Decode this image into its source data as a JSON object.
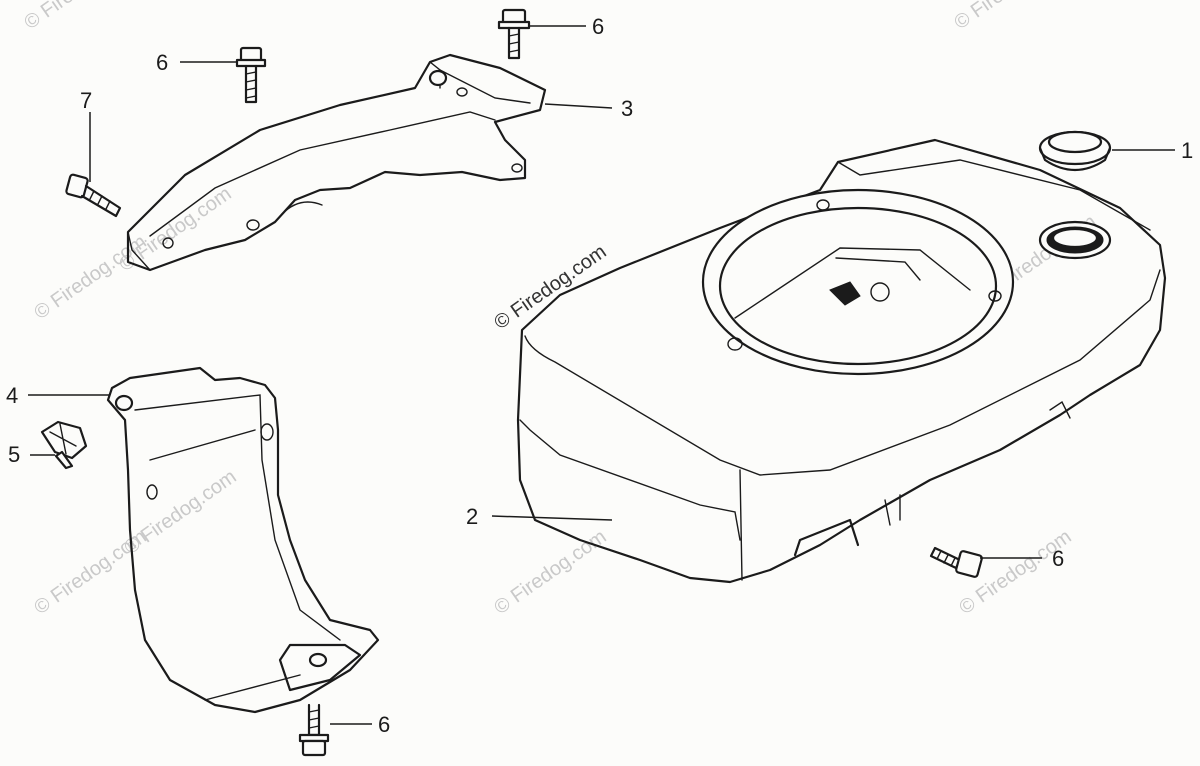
{
  "diagram": {
    "callouts": [
      {
        "id": "c1",
        "label": "1"
      },
      {
        "id": "c2",
        "label": "2"
      },
      {
        "id": "c3",
        "label": "3"
      },
      {
        "id": "c4",
        "label": "4"
      },
      {
        "id": "c5",
        "label": "5"
      },
      {
        "id": "c6a",
        "label": "6"
      },
      {
        "id": "c6b",
        "label": "6"
      },
      {
        "id": "c6c",
        "label": "6"
      },
      {
        "id": "c6d",
        "label": "6"
      },
      {
        "id": "c7",
        "label": "7"
      }
    ],
    "watermark": "© Firedog.com",
    "watermark_main": "© Firedog.com"
  },
  "colors": {
    "line": "#1b1b1b",
    "background": "#fcfcfa",
    "watermark": "#c9c9c9"
  }
}
